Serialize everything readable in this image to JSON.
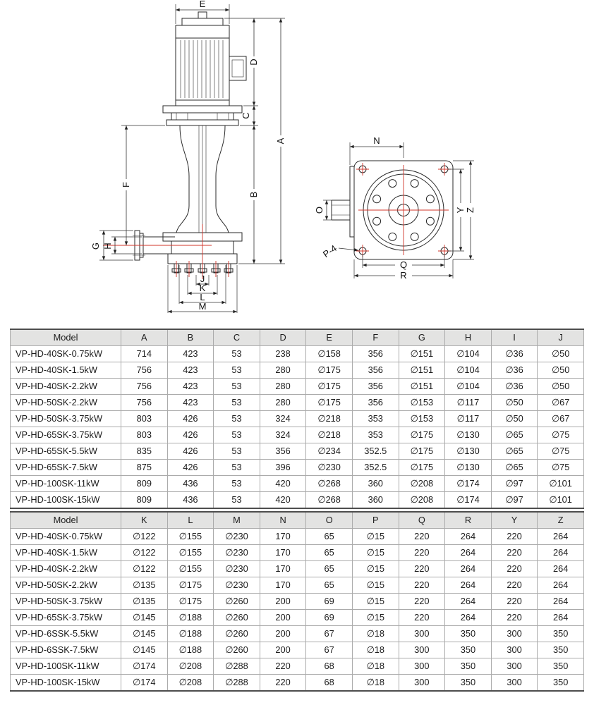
{
  "colors": {
    "centerline_red": "#d2342a",
    "table_header_bg": "#e3e3e2",
    "table_border": "#ababab"
  },
  "diagram": {
    "side_view": {
      "dim_labels": {
        "E": "E",
        "D": "D",
        "C": "C",
        "A": "A",
        "B": "B",
        "F": "F",
        "G": "G",
        "H": "H",
        "J": "J",
        "K": "K",
        "L": "L",
        "M": "M"
      }
    },
    "top_view": {
      "dim_labels": {
        "N": "N",
        "O": "O",
        "Q": "Q",
        "R": "R",
        "Y": "Y",
        "Z": "Z",
        "P4": "P-4"
      }
    }
  },
  "table1": {
    "headers": [
      "Model",
      "A",
      "B",
      "C",
      "D",
      "E",
      "F",
      "G",
      "H",
      "I",
      "J"
    ],
    "rows": [
      [
        "VP-HD-40SK-0.75kW",
        "714",
        "423",
        "53",
        "238",
        "∅158",
        "356",
        "∅151",
        "∅104",
        "∅36",
        "∅50"
      ],
      [
        "VP-HD-40SK-1.5kW",
        "756",
        "423",
        "53",
        "280",
        "∅175",
        "356",
        "∅151",
        "∅104",
        "∅36",
        "∅50"
      ],
      [
        "VP-HD-40SK-2.2kW",
        "756",
        "423",
        "53",
        "280",
        "∅175",
        "356",
        "∅151",
        "∅104",
        "∅36",
        "∅50"
      ],
      [
        "VP-HD-50SK-2.2kW",
        "756",
        "423",
        "53",
        "280",
        "∅175",
        "356",
        "∅153",
        "∅117",
        "∅50",
        "∅67"
      ],
      [
        "VP-HD-50SK-3.75kW",
        "803",
        "426",
        "53",
        "324",
        "∅218",
        "353",
        "∅153",
        "∅117",
        "∅50",
        "∅67"
      ],
      [
        "VP-HD-65SK-3.75kW",
        "803",
        "426",
        "53",
        "324",
        "∅218",
        "353",
        "∅175",
        "∅130",
        "∅65",
        "∅75"
      ],
      [
        "VP-HD-65SK-5.5kW",
        "835",
        "426",
        "53",
        "356",
        "∅234",
        "352.5",
        "∅175",
        "∅130",
        "∅65",
        "∅75"
      ],
      [
        "VP-HD-65SK-7.5kW",
        "875",
        "426",
        "53",
        "396",
        "∅230",
        "352.5",
        "∅175",
        "∅130",
        "∅65",
        "∅75"
      ],
      [
        "VP-HD-100SK-11kW",
        "809",
        "436",
        "53",
        "420",
        "∅268",
        "360",
        "∅208",
        "∅174",
        "∅97",
        "∅101"
      ],
      [
        "VP-HD-100SK-15kW",
        "809",
        "436",
        "53",
        "420",
        "∅268",
        "360",
        "∅208",
        "∅174",
        "∅97",
        "∅101"
      ]
    ]
  },
  "table2": {
    "headers": [
      "Model",
      "K",
      "L",
      "M",
      "N",
      "O",
      "P",
      "Q",
      "R",
      "Y",
      "Z"
    ],
    "rows": [
      [
        "VP-HD-40SK-0.75kW",
        "∅122",
        "∅155",
        "∅230",
        "170",
        "65",
        "∅15",
        "220",
        "264",
        "220",
        "264"
      ],
      [
        "VP-HD-40SK-1.5kW",
        "∅122",
        "∅155",
        "∅230",
        "170",
        "65",
        "∅15",
        "220",
        "264",
        "220",
        "264"
      ],
      [
        "VP-HD-40SK-2.2kW",
        "∅122",
        "∅155",
        "∅230",
        "170",
        "65",
        "∅15",
        "220",
        "264",
        "220",
        "264"
      ],
      [
        "VP-HD-50SK-2.2kW",
        "∅135",
        "∅175",
        "∅230",
        "170",
        "65",
        "∅15",
        "220",
        "264",
        "220",
        "264"
      ],
      [
        "VP-HD-50SK-3.75kW",
        "∅135",
        "∅175",
        "∅260",
        "200",
        "69",
        "∅15",
        "220",
        "264",
        "220",
        "264"
      ],
      [
        "VP-HD-65SK-3.75kW",
        "∅145",
        "∅188",
        "∅260",
        "200",
        "69",
        "∅15",
        "220",
        "264",
        "220",
        "264"
      ],
      [
        "VP-HD-6SSK-5.5kW",
        "∅145",
        "∅188",
        "∅260",
        "200",
        "67",
        "∅18",
        "300",
        "350",
        "300",
        "350"
      ],
      [
        "VP-HD-6SSK-7.5kW",
        "∅145",
        "∅188",
        "∅260",
        "200",
        "67",
        "∅18",
        "300",
        "350",
        "300",
        "350"
      ],
      [
        "VP-HD-100SK-11kW",
        "∅174",
        "∅208",
        "∅288",
        "220",
        "68",
        "∅18",
        "300",
        "350",
        "300",
        "350"
      ],
      [
        "VP-HD-100SK-15kW",
        "∅174",
        "∅208",
        "∅288",
        "220",
        "68",
        "∅18",
        "300",
        "350",
        "300",
        "350"
      ]
    ]
  }
}
